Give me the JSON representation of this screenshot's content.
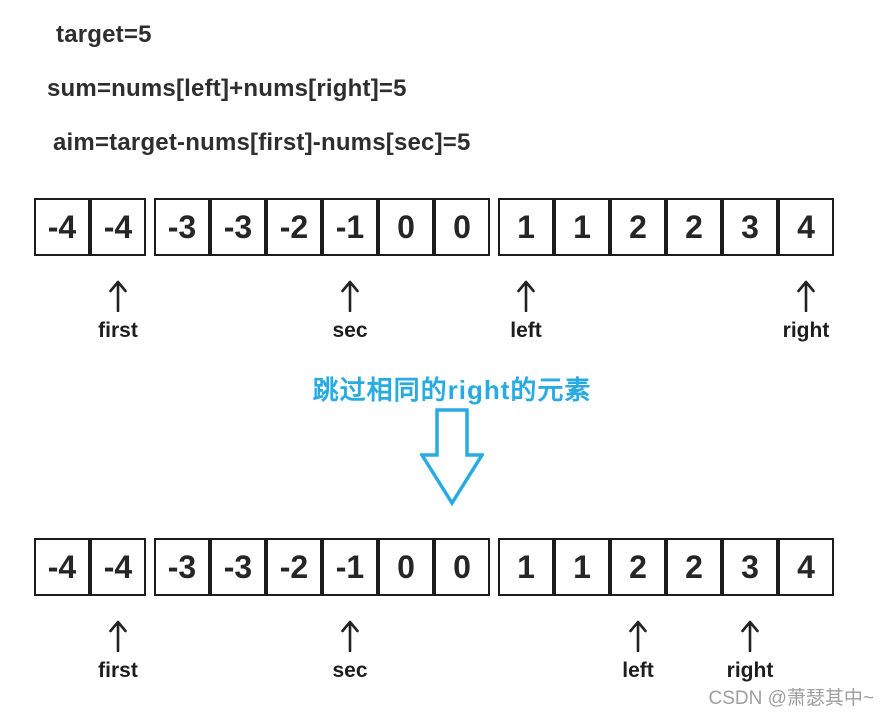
{
  "header": {
    "lines": [
      "target=5",
      "sum=nums[left]+nums[right]=5",
      "aim=target-nums[first]-nums[sec]=5"
    ]
  },
  "arrays": [
    {
      "values": [
        "-4",
        "-4",
        "-3",
        "-3",
        "-2",
        "-1",
        "0",
        "0",
        "1",
        "1",
        "2",
        "2",
        "3",
        "4"
      ],
      "pointers": [
        {
          "label": "first",
          "index": 1
        },
        {
          "label": "sec",
          "index": 5
        },
        {
          "label": "left",
          "index": 8
        },
        {
          "label": "right",
          "index": 13
        }
      ]
    },
    {
      "values": [
        "-4",
        "-4",
        "-3",
        "-3",
        "-2",
        "-1",
        "0",
        "0",
        "1",
        "1",
        "2",
        "2",
        "3",
        "4"
      ],
      "pointers": [
        {
          "label": "first",
          "index": 1
        },
        {
          "label": "sec",
          "index": 5
        },
        {
          "label": "left",
          "index": 10
        },
        {
          "label": "right",
          "index": 12
        }
      ]
    }
  ],
  "annotation": {
    "text": "跳过相同的right的元素"
  },
  "watermark": {
    "text": "CSDN @萧瑟其中~"
  },
  "colors": {
    "accent_blue": "#29abe2",
    "text_dark": "#2e2e2e",
    "cell_border": "#1c1c1c",
    "watermark_gray": "#9e9e9e",
    "background": "#ffffff"
  }
}
